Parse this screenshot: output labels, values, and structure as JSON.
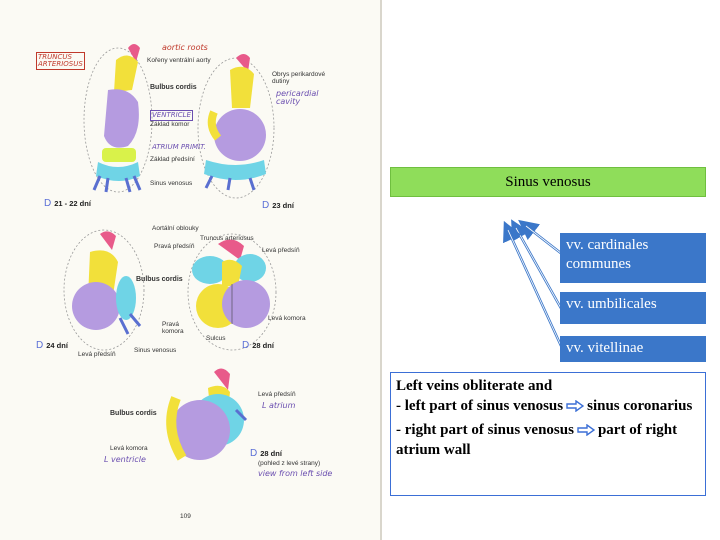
{
  "scan": {
    "handwritten": {
      "truncus": "TRUNCUS\nARTERIOSUS",
      "aortic_roots": "aortic roots",
      "ventricle": "VENTRICLE",
      "pericardial": "pericardial\ncavity",
      "atrium": "ATRIUM PRIMIT.",
      "latrium": "L atrium",
      "lventricle": "L ventricle",
      "view": "view from left side"
    },
    "labels": {
      "korenyaorty": "Kořeny ventrální aorty",
      "bulbus1": "Bulbus cordis",
      "zakladkomor": "Základ komor",
      "zakladpredsini": "Základ předsíní",
      "sinus1": "Sinus venosus",
      "obrys": "Obrys perikardové\ndutiny",
      "aortalni": "Aortální oblouky",
      "pravapredsin": "Pravá předsíň",
      "truncus2": "Truncus arteriosus",
      "levapredsin": "Levá předsíň",
      "bulbus2": "Bulbus cordis",
      "pravakomora": "Pravá\nkomora",
      "levakomora": "Levá komora",
      "sulcus": "Sulcus",
      "levapredsin2": "Levá předsíň",
      "sinus2": "Sinus venosus",
      "levapredsin3": "Levá předsíň",
      "bulbus3": "Bulbus cordis",
      "levakomora2": "Levá komora",
      "pohled": "(pohled z levé strany)",
      "page": "109"
    },
    "stages": {
      "s1": "21 - 22 dní",
      "s2": "23 dní",
      "s3": "24 dní",
      "s4": "28 dní",
      "s5": "28 dní"
    }
  },
  "diagram": {
    "header": "Sinus venosus",
    "boxes": [
      "vv. cardinales communes",
      "vv. umbilicales",
      "vv. vitellinae"
    ]
  },
  "note": {
    "line1": "Left veins obliterate and",
    "line2a": "- left part of sinus venosus",
    "line2b": "sinus coronarius",
    "line3a": "- right part of sinus venosus",
    "line3b": "part of right atrium wall"
  },
  "colors": {
    "green": "#8fdd5a",
    "blue": "#3b77c9",
    "frame": "#3b6fd6"
  }
}
